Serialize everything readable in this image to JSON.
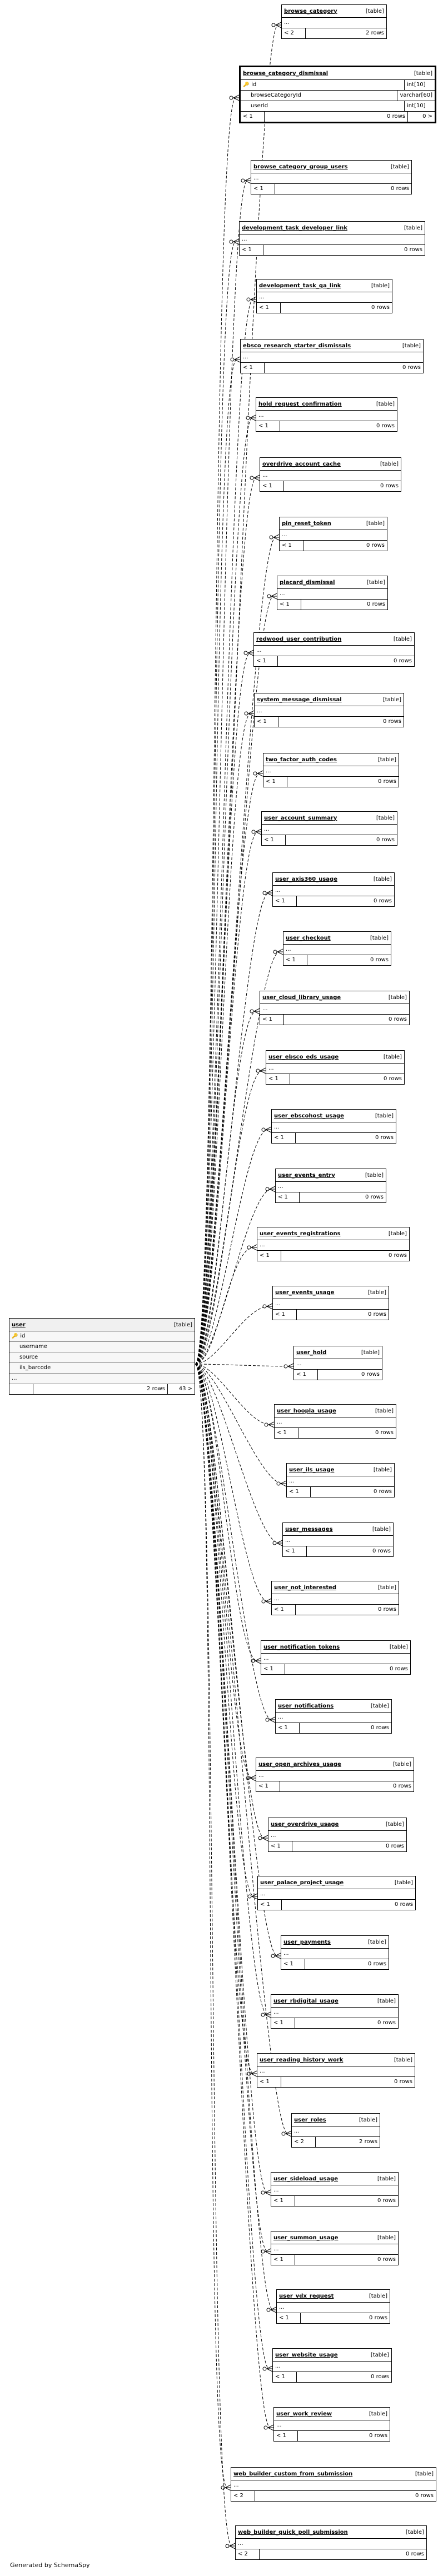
{
  "type_label": "[table]",
  "generated_by": "Generated by SchemaSpy",
  "user_table": {
    "name": "user",
    "columns": [
      "id",
      "username",
      "source",
      "ils_barcode",
      "..."
    ],
    "key_icon": "key-icon",
    "footer": {
      "parents": "",
      "rows": "2 rows",
      "children": "43 >"
    }
  },
  "focus_table": {
    "name": "browse_category_dismissal",
    "columns": [
      {
        "name": "id",
        "type": "int[10]",
        "key": true
      },
      {
        "name": "browseCategoryId",
        "type": "varchar[60]",
        "key": false
      },
      {
        "name": "userId",
        "type": "int[10]",
        "key": false
      }
    ],
    "footer": {
      "parents": "< 1",
      "rows": "0 rows",
      "children": "0 >"
    }
  },
  "tables": [
    {
      "name": "browse_category",
      "parents": "< 2",
      "rows": "2 rows"
    },
    {
      "name": "browse_category_dismissal",
      "focus": true
    },
    {
      "name": "browse_category_group_users",
      "parents": "< 1",
      "rows": "0 rows"
    },
    {
      "name": "development_task_developer_link",
      "parents": "< 1",
      "rows": "0 rows"
    },
    {
      "name": "development_task_qa_link",
      "parents": "< 1",
      "rows": "0 rows"
    },
    {
      "name": "ebsco_research_starter_dismissals",
      "parents": "< 1",
      "rows": "0 rows"
    },
    {
      "name": "hold_request_confirmation",
      "parents": "< 1",
      "rows": "0 rows"
    },
    {
      "name": "overdrive_account_cache",
      "parents": "< 1",
      "rows": "0 rows"
    },
    {
      "name": "pin_reset_token",
      "parents": "< 1",
      "rows": "0 rows"
    },
    {
      "name": "placard_dismissal",
      "parents": "< 1",
      "rows": "0 rows"
    },
    {
      "name": "redwood_user_contribution",
      "parents": "< 1",
      "rows": "0 rows"
    },
    {
      "name": "system_message_dismissal",
      "parents": "< 1",
      "rows": "0 rows"
    },
    {
      "name": "two_factor_auth_codes",
      "parents": "< 1",
      "rows": "0 rows"
    },
    {
      "name": "user_account_summary",
      "parents": "< 1",
      "rows": "0 rows"
    },
    {
      "name": "user_axis360_usage",
      "parents": "< 1",
      "rows": "0 rows"
    },
    {
      "name": "user_checkout",
      "parents": "< 1",
      "rows": "0 rows"
    },
    {
      "name": "user_cloud_library_usage",
      "parents": "< 1",
      "rows": "0 rows"
    },
    {
      "name": "user_ebsco_eds_usage",
      "parents": "< 1",
      "rows": "0 rows"
    },
    {
      "name": "user_ebscohost_usage",
      "parents": "< 1",
      "rows": "0 rows"
    },
    {
      "name": "user_events_entry",
      "parents": "< 1",
      "rows": "0 rows"
    },
    {
      "name": "user_events_registrations",
      "parents": "< 1",
      "rows": "0 rows"
    },
    {
      "name": "user_events_usage",
      "parents": "< 1",
      "rows": "0 rows"
    },
    {
      "name": "user_hold",
      "parents": "< 1",
      "rows": "0 rows"
    },
    {
      "name": "user_hoopla_usage",
      "parents": "< 1",
      "rows": "0 rows"
    },
    {
      "name": "user_ils_usage",
      "parents": "< 1",
      "rows": "0 rows"
    },
    {
      "name": "user_messages",
      "parents": "< 1",
      "rows": "0 rows"
    },
    {
      "name": "user_not_interested",
      "parents": "< 1",
      "rows": "0 rows"
    },
    {
      "name": "user_notification_tokens",
      "parents": "< 1",
      "rows": "0 rows"
    },
    {
      "name": "user_notifications",
      "parents": "< 1",
      "rows": "0 rows"
    },
    {
      "name": "user_open_archives_usage",
      "parents": "< 1",
      "rows": "0 rows"
    },
    {
      "name": "user_overdrive_usage",
      "parents": "< 1",
      "rows": "0 rows"
    },
    {
      "name": "user_palace_project_usage",
      "parents": "< 1",
      "rows": "0 rows"
    },
    {
      "name": "user_payments",
      "parents": "< 1",
      "rows": "0 rows"
    },
    {
      "name": "user_rbdigital_usage",
      "parents": "< 1",
      "rows": "0 rows"
    },
    {
      "name": "user_reading_history_work",
      "parents": "< 1",
      "rows": "0 rows"
    },
    {
      "name": "user_roles",
      "parents": "< 2",
      "rows": "2 rows"
    },
    {
      "name": "user_sideload_usage",
      "parents": "< 1",
      "rows": "0 rows"
    },
    {
      "name": "user_summon_usage",
      "parents": "< 1",
      "rows": "0 rows"
    },
    {
      "name": "user_vdx_request",
      "parents": "< 1",
      "rows": "0 rows"
    },
    {
      "name": "user_website_usage",
      "parents": "< 1",
      "rows": "0 rows"
    },
    {
      "name": "user_work_review",
      "parents": "< 1",
      "rows": "0 rows"
    },
    {
      "name": "web_builder_custom_from_submission",
      "parents": "< 2",
      "rows": "0 rows"
    },
    {
      "name": "web_builder_quick_poll_submission",
      "parents": "< 2",
      "rows": "0 rows"
    }
  ]
}
